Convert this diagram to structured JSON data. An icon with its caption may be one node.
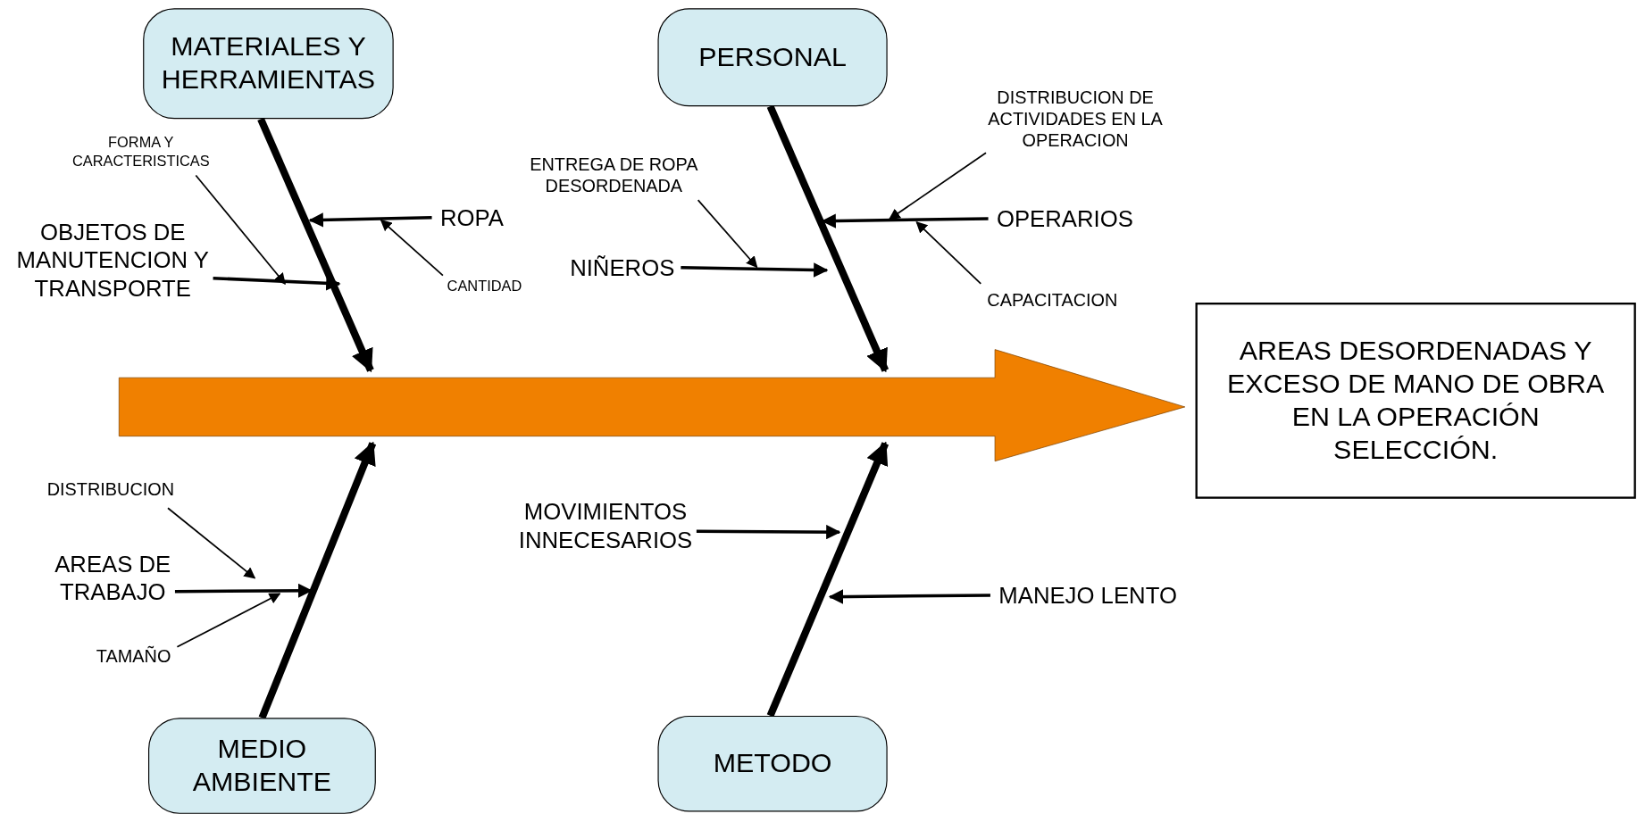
{
  "diagram": {
    "nodes": [
      {
        "text": [
          "MATERIALES Y HERRAMIENTAS"
        ]
      },
      {
        "text": [
          "PERSONAL"
        ]
      },
      {
        "text": [
          "AREAS DESORDENADAS Y EXCESO DE MANO DE OBRA EN LA OPERACIÓN SELECCIÓN."
        ]
      },
      {
        "text": [
          "MEDIO AMBIENTE"
        ]
      },
      {
        "text": [
          "METODO"
        ]
      },
      {
        "text": [
          "FORMA Y CARACTERISTICAS"
        ]
      },
      {
        "text": [
          "ROPA"
        ]
      },
      {
        "text": [
          "OBJETOS DE MANUTENCION Y TRANSPORTE"
        ]
      },
      {
        "text": [
          "CANTIDAD"
        ]
      },
      {
        "text": [
          "ENTREGA DE ROPA DESORDENADA"
        ]
      },
      {
        "text": [
          "DISTRIBUCION DE ACTIVIDADES EN LA OPERACION"
        ]
      },
      {
        "text": [
          "NIÑEROS"
        ]
      },
      {
        "text": [
          "OPERARIOS"
        ]
      },
      {
        "text": [
          "CAPACITACION"
        ]
      },
      {
        "text": [
          "DISTRIBUCION"
        ]
      },
      {
        "text": [
          "AREAS DE TRABAJO"
        ]
      },
      {
        "text": [
          "TAMAÑO"
        ]
      },
      {
        "text": [
          "MOVIMIENTOS INNECESARIOS"
        ]
      },
      {
        "text": [
          "MANEJO LENTO"
        ]
      }
    ],
    "edges": [
      {
        "from": 0,
        "to": null,
        "arrow": "to",
        "style": "thick"
      },
      {
        "from": 1,
        "to": null,
        "arrow": "to",
        "style": "thick"
      },
      {
        "from": 3,
        "to": null,
        "arrow": "to",
        "style": "thick"
      },
      {
        "from": 4,
        "to": null,
        "arrow": "to",
        "style": "thick"
      },
      {
        "from": null,
        "to": 2,
        "arrow": "to",
        "style": "thick",
        "color": "#f08000"
      },
      {
        "from": 6,
        "to": null,
        "arrow": "to"
      },
      {
        "from": 7,
        "to": null,
        "arrow": "to"
      },
      {
        "from": 5,
        "to": null,
        "arrow": "to"
      },
      {
        "from": 8,
        "to": null,
        "arrow": "to"
      },
      {
        "from": 11,
        "to": null,
        "arrow": "to"
      },
      {
        "from": 9,
        "to": null,
        "arrow": "to"
      },
      {
        "from": 12,
        "to": null,
        "arrow": "to"
      },
      {
        "from": 10,
        "to": null,
        "arrow": "to"
      },
      {
        "from": 13,
        "to": null,
        "arrow": "to"
      },
      {
        "from": 15,
        "to": null,
        "arrow": "to"
      },
      {
        "from": 14,
        "to": null,
        "arrow": "to"
      },
      {
        "from": 16,
        "to": null,
        "arrow": "to"
      },
      {
        "from": 17,
        "to": null,
        "arrow": "to"
      },
      {
        "from": 18,
        "to": null,
        "arrow": "to"
      }
    ]
  }
}
